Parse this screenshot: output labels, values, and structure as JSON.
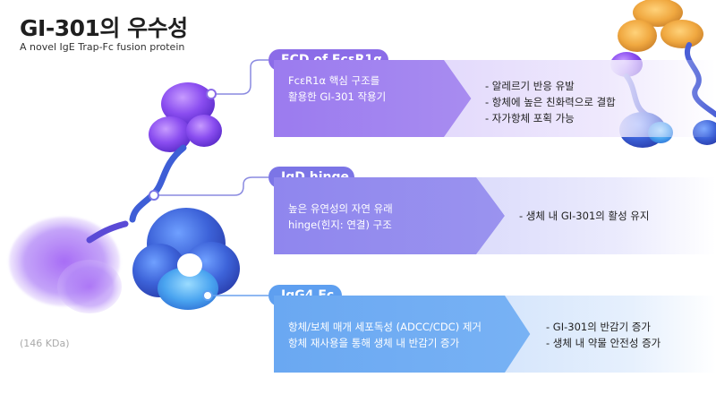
{
  "header": {
    "title": "GI-301의 우수성",
    "subtitle": "A novel IgE Trap-Fc fusion protein"
  },
  "molecule": {
    "mass_label": "(146 KDa)"
  },
  "sections": [
    {
      "tag": "ECD of FcεR1α",
      "description": [
        "FcεR1α 핵심 구조를",
        "활용한 GI-301 작용기"
      ],
      "benefits": [
        "- 알레르기 반응 유발",
        "- 항체에 높은 친화력으로 결합",
        "- 자가항체 포획 가능"
      ],
      "color": "#8b6ce8"
    },
    {
      "tag": "IgD hinge",
      "description": [
        "높은 유연성의 자연 유래",
        "hinge(힌지: 연결) 구조"
      ],
      "benefits": [
        "- 생체 내 GI-301의 활성 유지"
      ],
      "color": "#7c75e6"
    },
    {
      "tag": "IgG4 Fc",
      "description": [
        "항체/보체 매개 세포독성 (ADCC/CDC) 제거",
        "항체 재사용을 통해 생체 내 반감기 증가"
      ],
      "benefits": [
        "- GI-301의 반감기 증가",
        "- 생체 내 약물 안전성 증가"
      ],
      "color": "#5e9ff0"
    }
  ]
}
